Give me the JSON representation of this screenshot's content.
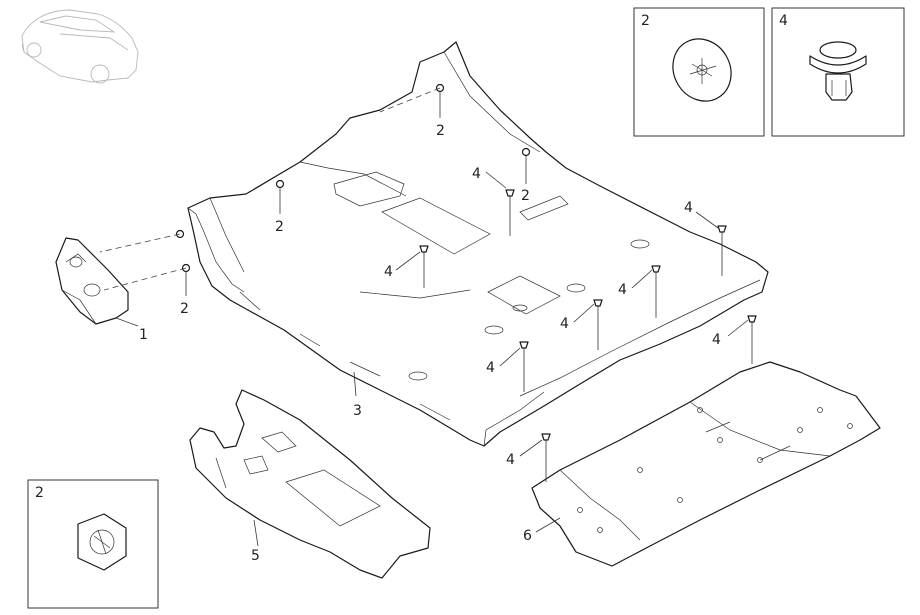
{
  "diagram": {
    "callouts": {
      "c1": "1",
      "c2a": "2",
      "c2b": "2",
      "c2c": "2",
      "c2d": "2",
      "c3": "3",
      "c4a": "4",
      "c4b": "4",
      "c4c": "4",
      "c4d": "4",
      "c4e": "4",
      "c4f": "4",
      "c4g": "4",
      "c5": "5",
      "c6": "6"
    },
    "details": {
      "push_nut_top": "2",
      "clip": "4",
      "push_nut_bottom": "2"
    }
  }
}
